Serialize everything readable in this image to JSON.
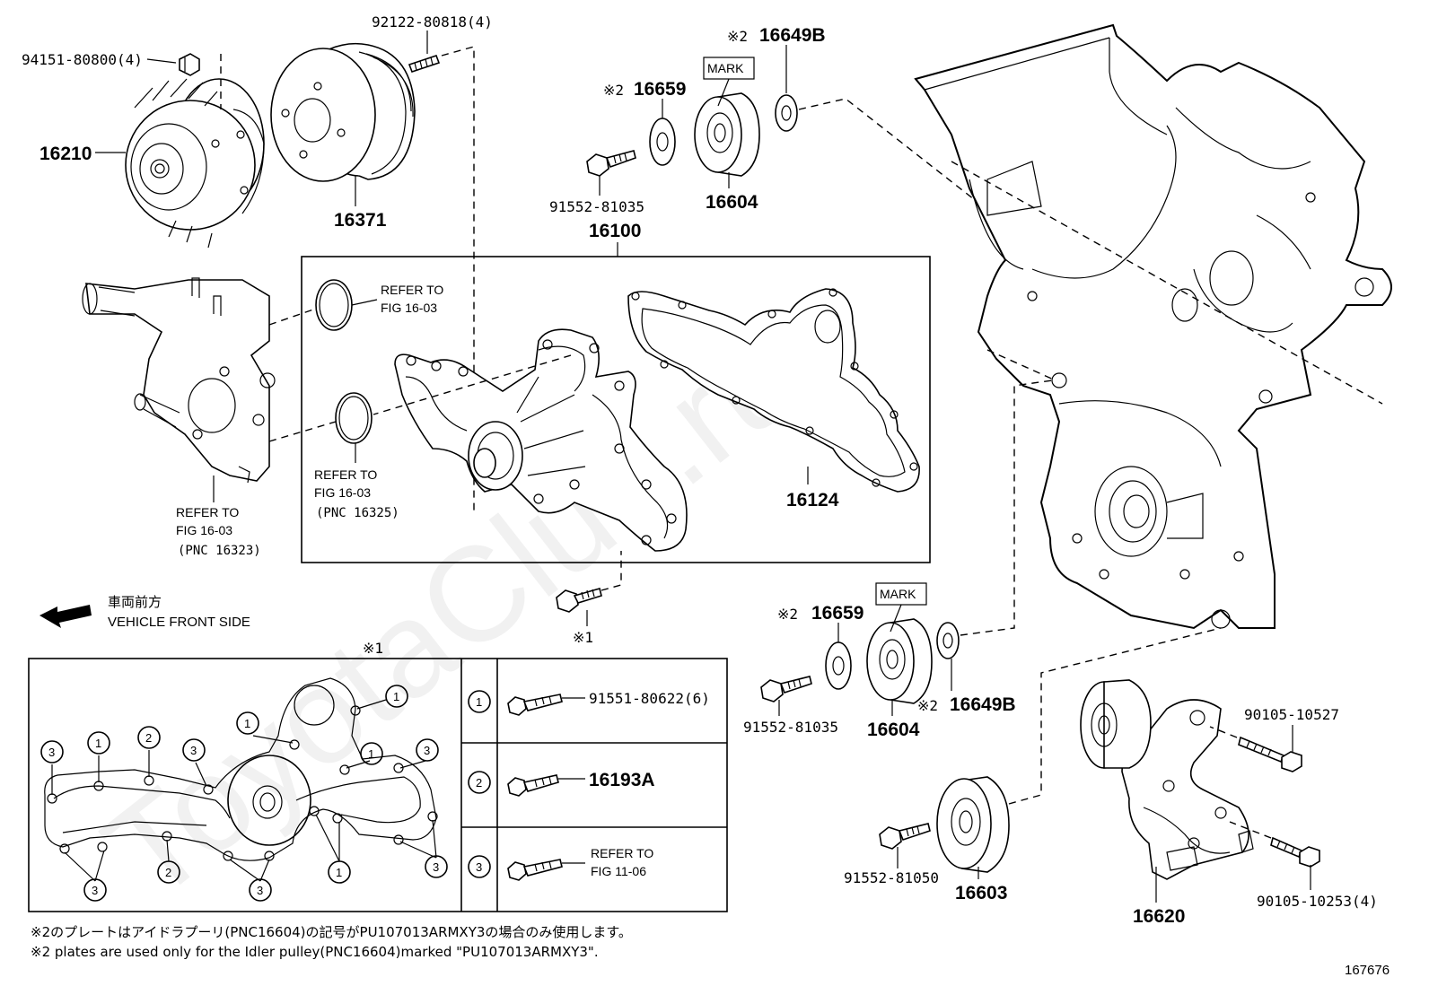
{
  "labels": {
    "p94151": "94151-80800(4)",
    "p92122": "92122-80818(4)",
    "p16210": "16210",
    "p16371": "16371",
    "p16659_top": "16659",
    "p16649b_top": "16649B",
    "mark_top": "MARK",
    "p91552_top": "91552-81035",
    "p16604_top": "16604",
    "p16100": "16100",
    "p16124": "16124",
    "refer_left_line1": "REFER TO",
    "refer_left_line2": "FIG 16-03",
    "refer_left_line3": "(PNC 16323)",
    "refer_ring1_line1": "REFER TO",
    "refer_ring1_line2": "FIG 16-03",
    "refer_ring2_line1": "REFER TO",
    "refer_ring2_line2": "FIG 16-03",
    "refer_ring2_line3": "(PNC 16325)",
    "vehicle_front_jp": "車両前方",
    "vehicle_front_en": "VEHICLE FRONT SIDE",
    "star1_bolt": "※1",
    "star1_box": "※1",
    "star2": "※2",
    "p16659_low": "16659",
    "mark_low": "MARK",
    "p91552_low": "91552-81035",
    "p16604_low": "16604",
    "p16649b_low": "16649B",
    "p90105_10527": "90105-10527",
    "p91552_81050": "91552-81050",
    "p16603": "16603",
    "p16620": "16620",
    "p90105_10253": "90105-10253(4)",
    "legend1": "91551-80622(6)",
    "legend2": "16193A",
    "legend3_line1": "REFER TO",
    "legend3_line2": "FIG 11-06",
    "circ1": "1",
    "circ2": "2",
    "circ3": "3",
    "footnote_jp": "※2のプレートはアイドラプーリ(PNC16604)の記号がPU107013ARMXY3の場合のみ使用します。",
    "footnote_en": "※2 plates are used only for the Idler pulley(PNC16604)marked \"PU107013ARMXY3\".",
    "figure_no": "167676",
    "watermark": "ToyotaClub.ru"
  }
}
